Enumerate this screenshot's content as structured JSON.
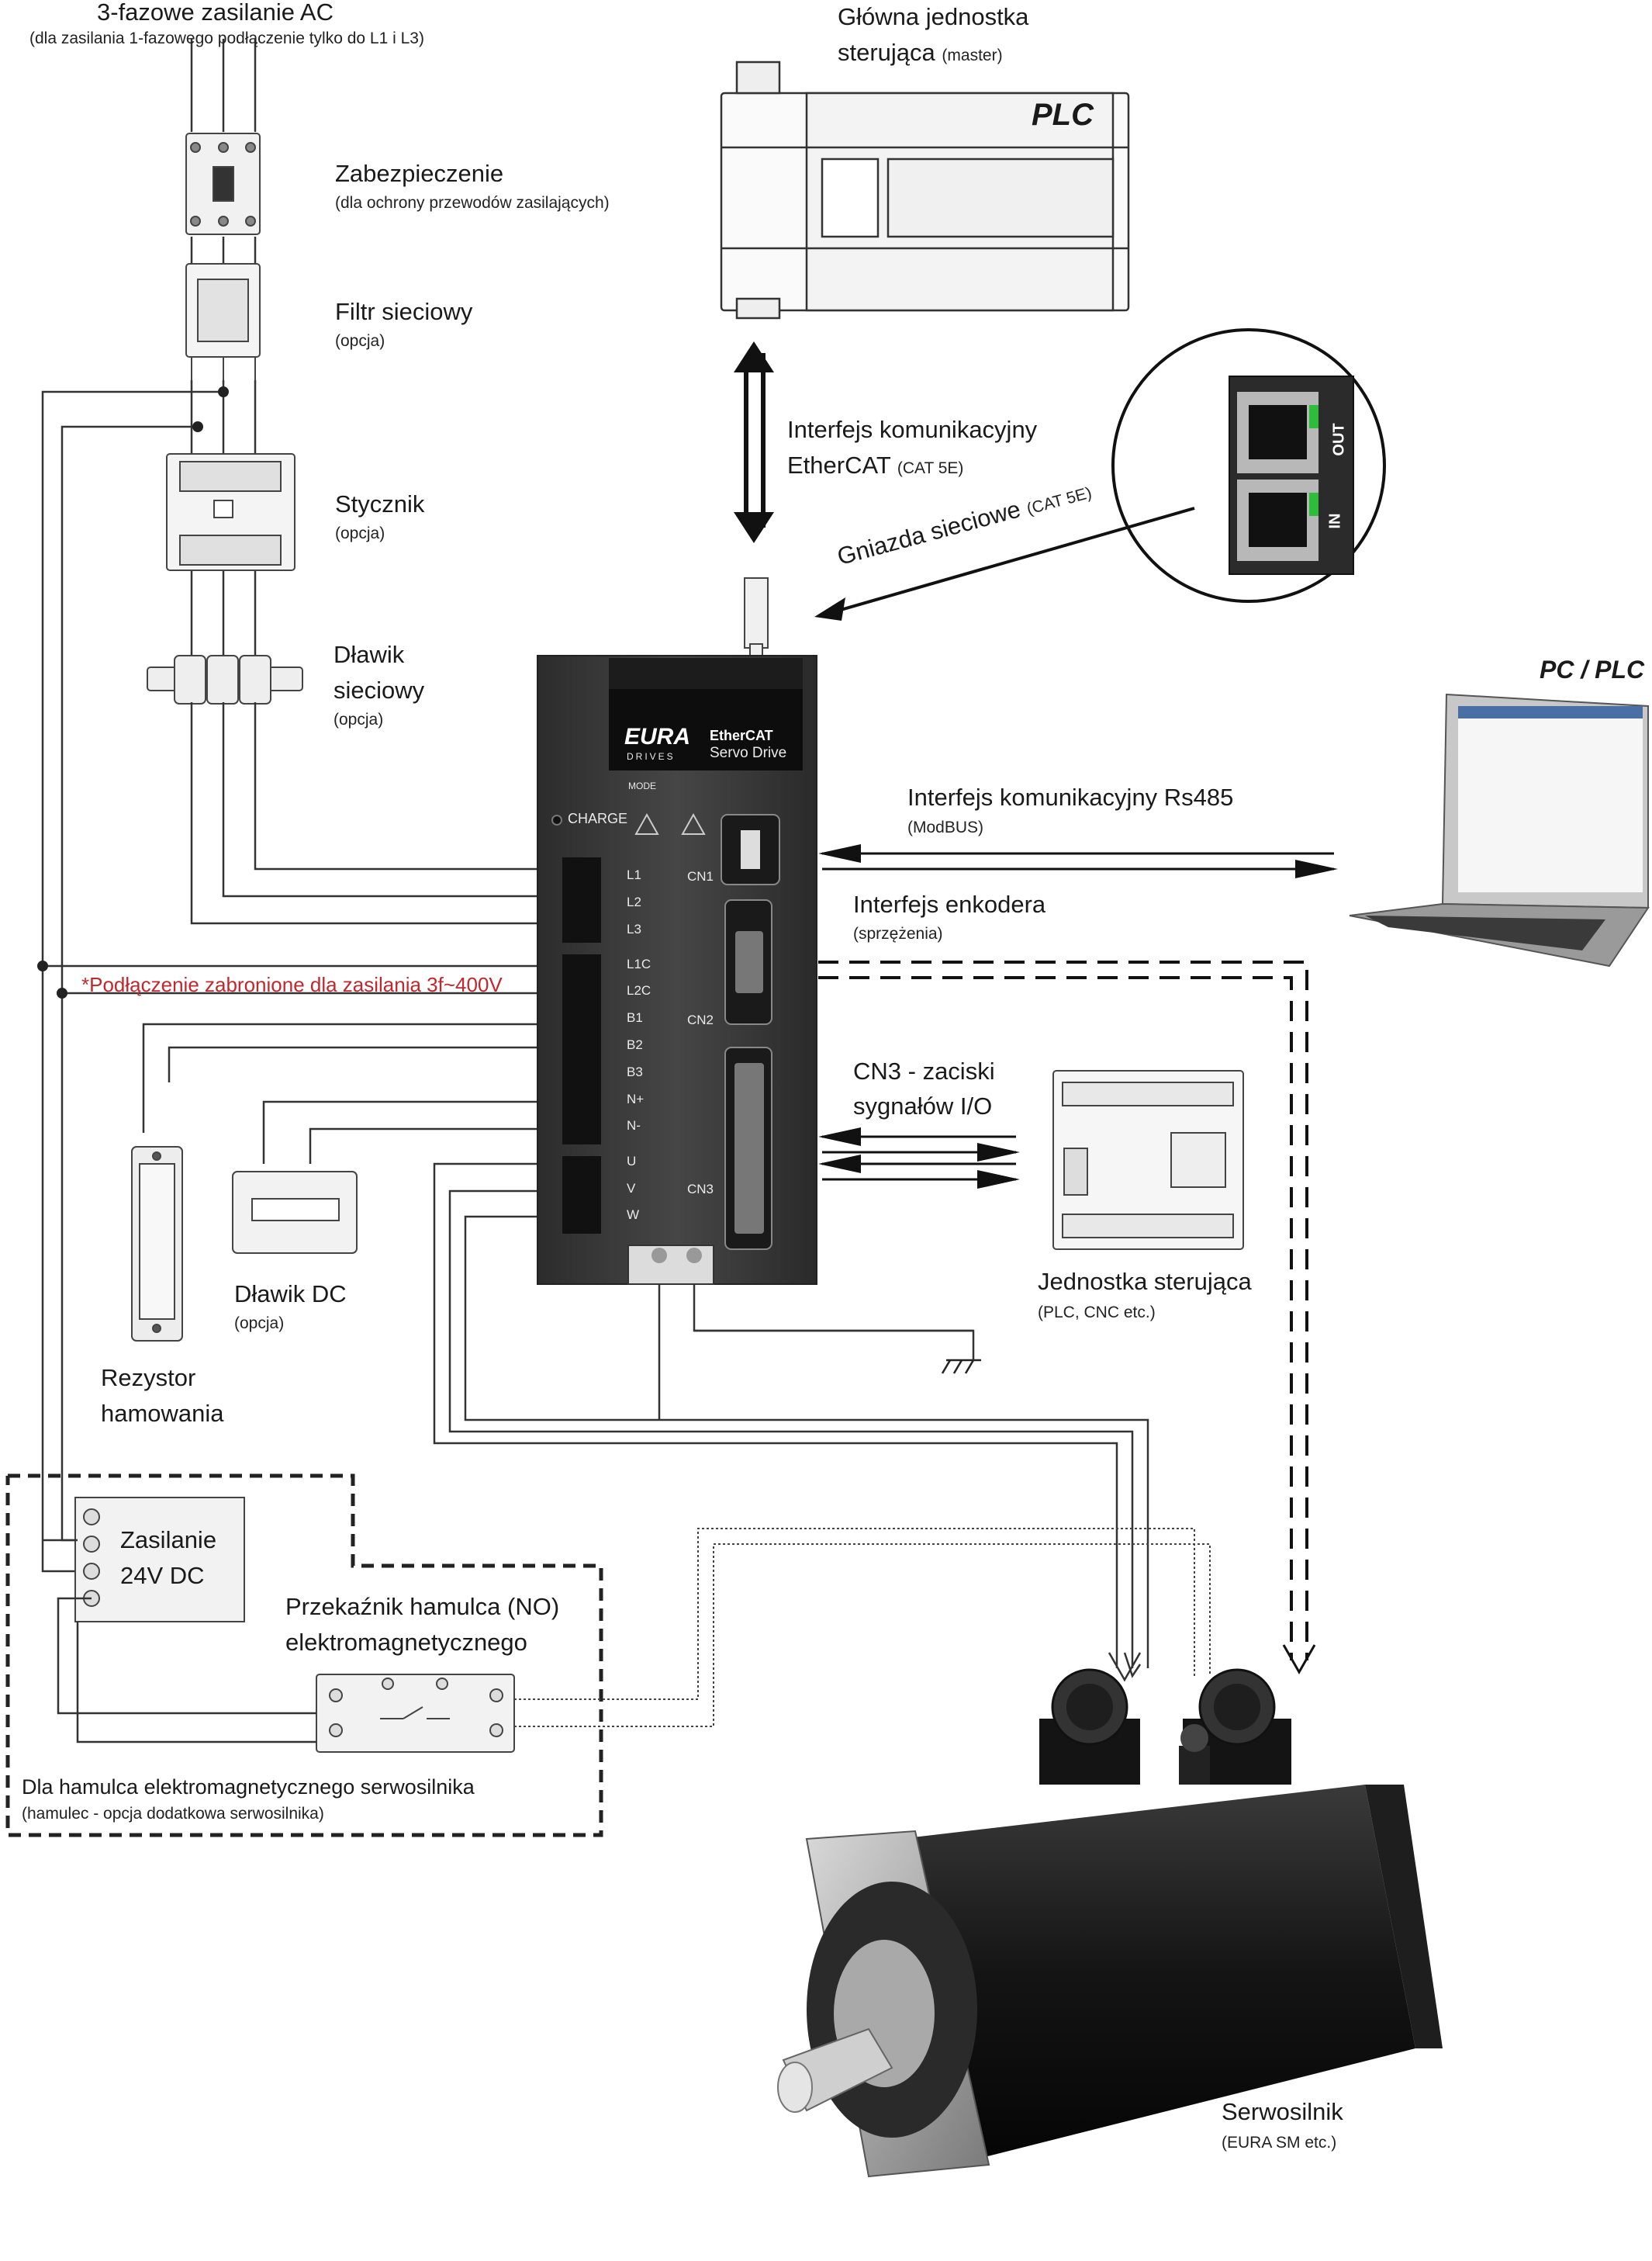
{
  "power": {
    "title": "3-fazowe zasilanie AC",
    "note": "(dla zasilania 1-fazowego podłączenie tylko do L1 i L3)"
  },
  "breaker": {
    "title": "Zabezpieczenie",
    "note": "(dla ochrony przewodów zasilających)"
  },
  "filter": {
    "title": "Filtr sieciowy",
    "note": "(opcja)"
  },
  "contactor": {
    "title": "Stycznik",
    "note": "(opcja)"
  },
  "choke": {
    "title_line1": "Dławik",
    "title_line2": "sieciowy",
    "note": "(opcja)"
  },
  "plc_master": {
    "title_line1": "Główna jednostka",
    "title_line2": "sterująca",
    "note": "(master)",
    "badge": "PLC"
  },
  "ethercat": {
    "title_line1": "Interfejs komunikacyjny",
    "title_line2": "EtherCAT",
    "note": "(CAT 5E)"
  },
  "sockets": {
    "title": "Gniazda sieciowe",
    "note": "(CAT 5E)",
    "port_out": "OUT",
    "port_in": "IN"
  },
  "pc": {
    "title": "PC / PLC"
  },
  "rs485": {
    "title": "Interfejs komunikacyjny Rs485",
    "note": "(ModBUS)"
  },
  "encoder": {
    "title": "Interfejs enkodera",
    "note": "(sprzężenia)"
  },
  "cn3": {
    "title_line1": "CN3 - zaciski",
    "title_line2": "sygnałów I/O"
  },
  "controller": {
    "title": "Jednostka sterująca",
    "note": "(PLC, CNC etc.)"
  },
  "warning": "*Podłączenie zabronione dla zasilania 3f~400V",
  "dc_choke": {
    "title": "Dławik DC",
    "note": "(opcja)"
  },
  "resistor": {
    "title_line1": "Rezystor",
    "title_line2": "hamowania"
  },
  "psu": {
    "title_line1": "Zasilanie",
    "title_line2": "24V DC"
  },
  "relay": {
    "title_line1": "Przekaźnik hamulca (NO)",
    "title_line2": "elektromagnetycznego"
  },
  "brake_note": {
    "title": "Dla hamulca elektromagnetycznego serwosilnika",
    "note": "(hamulec - opcja dodatkowa serwosilnika)"
  },
  "motor": {
    "title": "Serwosilnik",
    "note": "(EURA SM etc.)"
  },
  "drive": {
    "brand": "EURA",
    "brand_sub": "DRIVES",
    "protocol": "EtherCAT",
    "model": "Servo Drive",
    "mode": "MODE",
    "charge": "CHARGE",
    "terminals": [
      "L1",
      "L2",
      "L3",
      "L1C",
      "L2C",
      "B1",
      "B2",
      "B3",
      "N+",
      "N-",
      "U",
      "V",
      "W"
    ],
    "cn1": "CN1",
    "cn2": "CN2",
    "cn3": "CN3"
  }
}
